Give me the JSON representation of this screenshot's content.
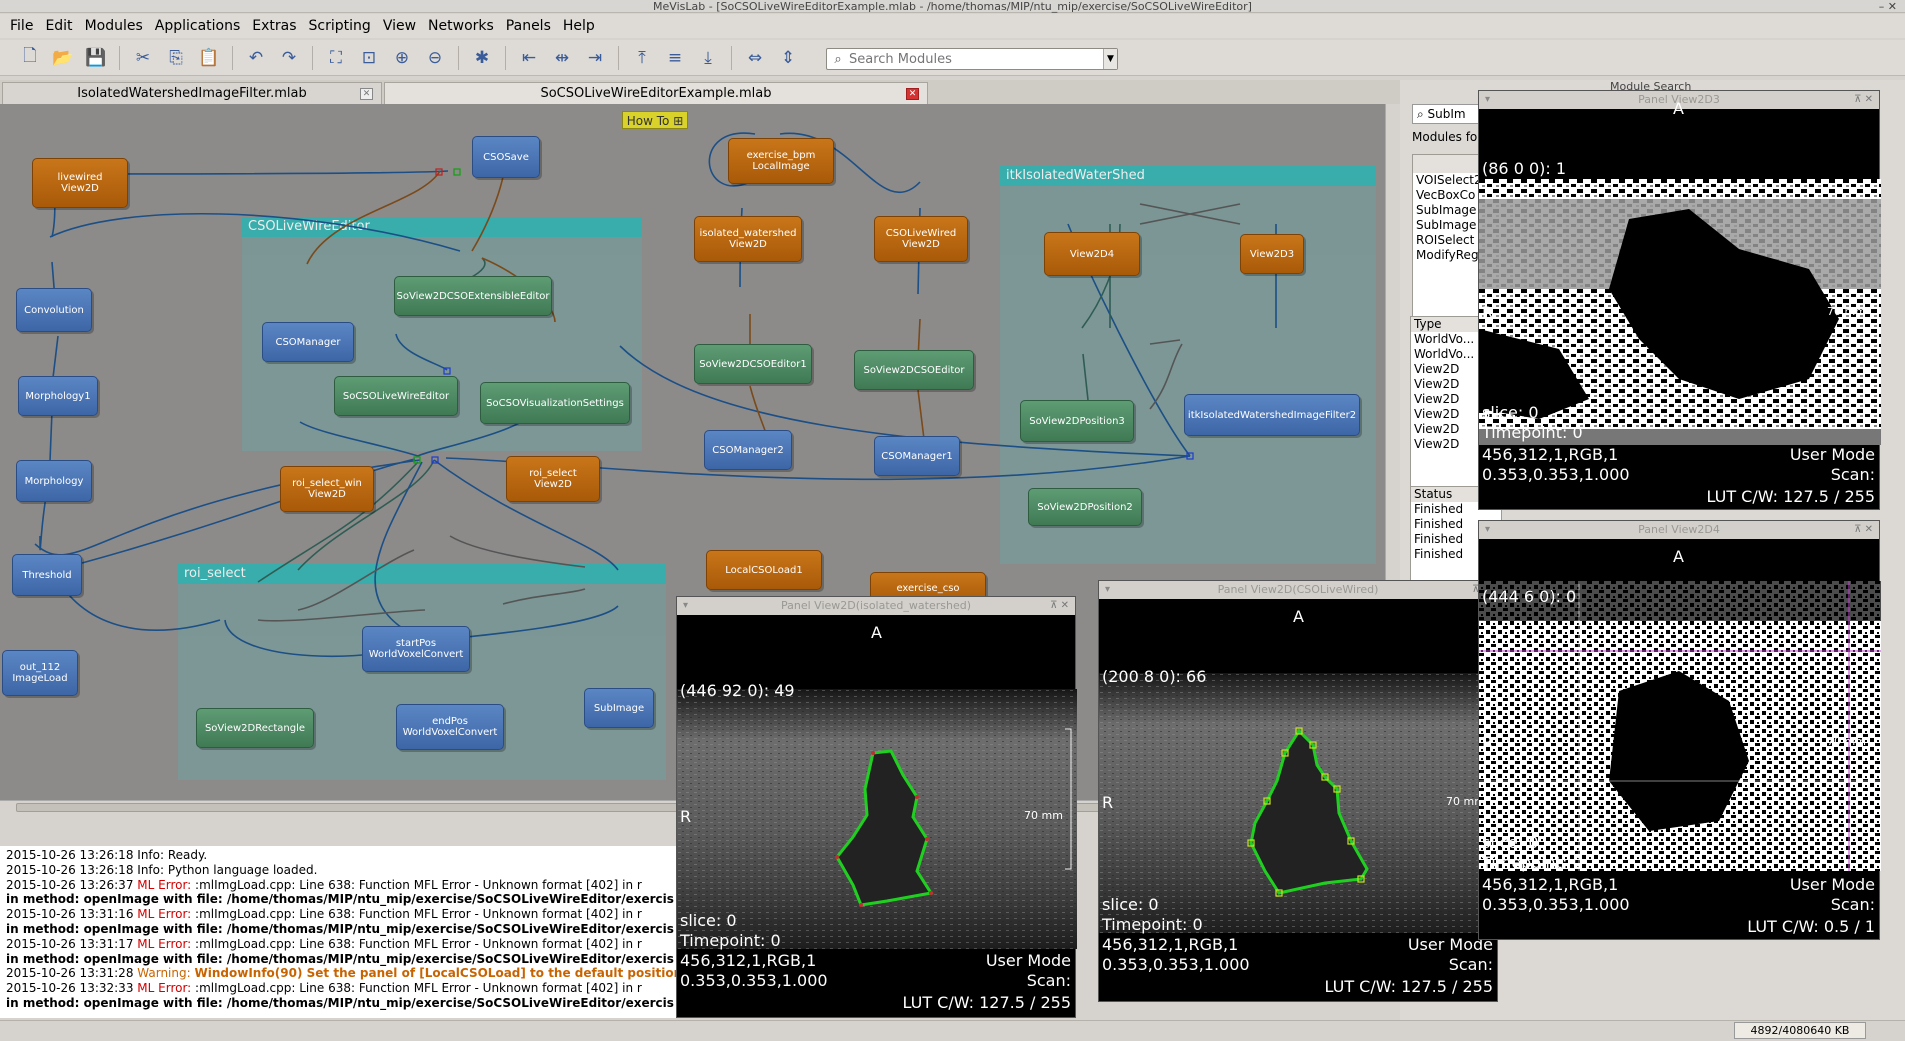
{
  "window": {
    "title": "MeVisLab - [SoCSOLiveWireEditorExample.mlab - /home/thomas/MIP/ntu_mip/exercise/SoCSOLiveWireEditor]",
    "controls": "– ✕"
  },
  "menu": [
    "File",
    "Edit",
    "Modules",
    "Applications",
    "Extras",
    "Scripting",
    "View",
    "Networks",
    "Panels",
    "Help"
  ],
  "toolbar": {
    "icons": [
      "new-file-icon",
      "open-folder-icon",
      "save-icon",
      "cut-icon",
      "copy-icon",
      "paste-icon",
      "undo-icon",
      "redo-icon",
      "fit-icon",
      "fit-selection-icon",
      "zoom-in-icon",
      "zoom-out-icon",
      "debug-icon",
      "align-left-icon",
      "align-center-icon",
      "align-right-icon",
      "align-top-icon",
      "align-middle-icon",
      "align-bottom-icon",
      "distribute-h-icon",
      "distribute-v-icon"
    ],
    "glyphs": [
      "🗋",
      "📂",
      "💾",
      "✂",
      "⎘",
      "📋",
      "↶",
      "↷",
      "⛶",
      "⊡",
      "⊕",
      "⊖",
      "✱",
      "⇤",
      "⇹",
      "⇥",
      "⤒",
      "≡",
      "⤓",
      "⇔",
      "⇕"
    ],
    "search_placeholder": "Search Modules"
  },
  "tabs": [
    {
      "label": "IsolatedWatershedImageFilter.mlab",
      "active": false
    },
    {
      "label": "SoCSOLiveWireEditorExample.mlab",
      "active": true
    }
  ],
  "network": {
    "how_to": "How To",
    "groups": [
      {
        "title": "CSOLiveWireEditor"
      },
      {
        "title": "roi_select"
      },
      {
        "title": "itkIsolatedWaterShed"
      }
    ],
    "modules": [
      {
        "id": "livewired",
        "lines": [
          "livewired",
          "View2D"
        ],
        "color": "o"
      },
      {
        "id": "csosave",
        "lines": [
          "CSOSave"
        ],
        "color": "b"
      },
      {
        "id": "convolution",
        "lines": [
          "Convolution"
        ],
        "color": "b"
      },
      {
        "id": "morphology1",
        "lines": [
          "Morphology1"
        ],
        "color": "b"
      },
      {
        "id": "morphology",
        "lines": [
          "Morphology"
        ],
        "color": "b"
      },
      {
        "id": "threshold",
        "lines": [
          "Threshold"
        ],
        "color": "b"
      },
      {
        "id": "out112",
        "lines": [
          "out_112",
          "ImageLoad"
        ],
        "color": "b"
      },
      {
        "id": "csomanager",
        "lines": [
          "CSOManager"
        ],
        "color": "b"
      },
      {
        "id": "soview2dcsoext",
        "lines": [
          "SoView2DCSOExtensibleEditor"
        ],
        "color": "g"
      },
      {
        "id": "socsolivewire",
        "lines": [
          "SoCSOLiveWireEditor"
        ],
        "color": "g"
      },
      {
        "id": "socsovis",
        "lines": [
          "SoCSOVisualizationSettings"
        ],
        "color": "g"
      },
      {
        "id": "roiwin",
        "lines": [
          "roi_select_win",
          "View2D"
        ],
        "color": "o"
      },
      {
        "id": "roisel",
        "lines": [
          "roi_select",
          "View2D"
        ],
        "color": "o"
      },
      {
        "id": "startpos",
        "lines": [
          "startPos",
          "WorldVoxelConvert"
        ],
        "color": "b"
      },
      {
        "id": "endpos",
        "lines": [
          "endPos",
          "WorldVoxelConvert"
        ],
        "color": "b"
      },
      {
        "id": "soview2drect",
        "lines": [
          "SoView2DRectangle"
        ],
        "color": "g"
      },
      {
        "id": "subimage",
        "lines": [
          "SubImage"
        ],
        "color": "b"
      },
      {
        "id": "exercise_bpm",
        "lines": [
          "exercise_bpm",
          "LocalImage"
        ],
        "color": "o"
      },
      {
        "id": "isolated_ws",
        "lines": [
          "isolated_watershed",
          "View2D"
        ],
        "color": "o"
      },
      {
        "id": "csolivewired",
        "lines": [
          "CSOLiveWired",
          "View2D"
        ],
        "color": "o"
      },
      {
        "id": "soview2dcsoed1",
        "lines": [
          "SoView2DCSOEditor1"
        ],
        "color": "g"
      },
      {
        "id": "soview2dcsoed",
        "lines": [
          "SoView2DCSOEditor"
        ],
        "color": "g"
      },
      {
        "id": "csomanager2",
        "lines": [
          "CSOManager2"
        ],
        "color": "b"
      },
      {
        "id": "csomanager1",
        "lines": [
          "CSOManager1"
        ],
        "color": "b"
      },
      {
        "id": "localcsoload1",
        "lines": [
          "LocalCSOLoad1"
        ],
        "color": "o"
      },
      {
        "id": "exercise_cso",
        "lines": [
          "exercise_cso"
        ],
        "color": "o"
      },
      {
        "id": "view2d4",
        "lines": [
          "View2D4"
        ],
        "color": "o"
      },
      {
        "id": "view2d3",
        "lines": [
          "View2D3"
        ],
        "color": "o"
      },
      {
        "id": "soview2dpos3",
        "lines": [
          "SoView2DPosition3"
        ],
        "color": "g"
      },
      {
        "id": "soview2dpos2",
        "lines": [
          "SoView2DPosition2"
        ],
        "color": "g"
      },
      {
        "id": "itkiso2",
        "lines": [
          "itkIsolatedWatershedImageFilter2"
        ],
        "color": "b"
      }
    ]
  },
  "console": [
    {
      "ts": "2015-10-26 13:26:18",
      "level": "Info:",
      "kind": "info",
      "msg": "Ready."
    },
    {
      "ts": "2015-10-26 13:26:18",
      "level": "Info:",
      "kind": "info",
      "msg": "Python language loaded."
    },
    {
      "ts": "2015-10-26 13:26:37",
      "level": "ML Error:",
      "kind": "err",
      "msg": ":mlImgLoad.cpp: Line 638: Function MFL Error - Unknown format [402] in r"
    },
    {
      "ts": "",
      "level": "",
      "kind": "cont",
      "msg": "in method: openImage with file: /home/thomas/MIP/ntu_mip/exercise/SoCSOLiveWireEditor/exercis"
    },
    {
      "ts": "2015-10-26 13:31:16",
      "level": "ML Error:",
      "kind": "err",
      "msg": ":mlImgLoad.cpp: Line 638: Function MFL Error - Unknown format [402] in r"
    },
    {
      "ts": "",
      "level": "",
      "kind": "cont",
      "msg": "in method: openImage with file: /home/thomas/MIP/ntu_mip/exercise/SoCSOLiveWireEditor/exercis"
    },
    {
      "ts": "2015-10-26 13:31:17",
      "level": "ML Error:",
      "kind": "err",
      "msg": ":mlImgLoad.cpp: Line 638: Function MFL Error - Unknown format [402] in r"
    },
    {
      "ts": "",
      "level": "",
      "kind": "cont",
      "msg": "in method: openImage with file: /home/thomas/MIP/ntu_mip/exercise/SoCSOLiveWireEditor/exercis"
    },
    {
      "ts": "2015-10-26 13:31:28",
      "level": "Warning:",
      "kind": "warn",
      "msg": "WindowInfo(90) Set the panel of [LocalCSOLoad] to the default position"
    },
    {
      "ts": "2015-10-26 13:32:33",
      "level": "ML Error:",
      "kind": "err",
      "msg": ":mlImgLoad.cpp: Line 638: Function MFL Error - Unknown format [402] in r"
    },
    {
      "ts": "",
      "level": "",
      "kind": "cont",
      "msg": "in method: openImage with file: /home/thomas/MIP/ntu_mip/exercise/SoCSOLiveWireEditor/exercis"
    }
  ],
  "side": {
    "header": "Module Search",
    "search_value": "SubIm",
    "modules_label": "Modules fo",
    "module_items": [
      "VOISelect2",
      "VecBoxCo",
      "SubImage",
      "SubImage",
      "ROISelect",
      "ModifyReg"
    ],
    "type_header": "Type",
    "type_items": [
      "WorldVo...",
      "WorldVo...",
      "View2D",
      "View2D",
      "View2D",
      "View2D",
      "View2D",
      "View2D"
    ],
    "status_header": "Status",
    "status_items": [
      "Finished",
      "Finished",
      "Finished",
      "Finished"
    ]
  },
  "panels": {
    "iso": {
      "title": "Panel View2D(isolated_watershed)",
      "top": "A",
      "left": "R",
      "coord": "(446 92 0): 49",
      "scale": "70 mm",
      "slice": "slice:  0",
      "timepoint": "Timepoint: 0",
      "info1": "456,312,1,RGB,1",
      "info2": "0.353,0.353,1.000",
      "mode": "User Mode",
      "scan": "Scan:",
      "lut": "LUT C/W: 127.5 / 255"
    },
    "cso": {
      "title": "Panel View2D(CSOLiveWired)",
      "top": "A",
      "left": "R",
      "coord": "(200 8 0): 66",
      "scale": "70 mm",
      "slice": "slice:  0",
      "timepoint": "Timepoint: 0",
      "info1": "456,312,1,RGB,1",
      "info2": "0.353,0.353,1.000",
      "mode": "User Mode",
      "scan": "Scan:",
      "lut": "LUT C/W: 127.5 / 255"
    },
    "v3": {
      "title": "Panel View2D3",
      "top": "A",
      "left": "R",
      "coord": "(86 0 0): 1",
      "scale": "70 mm",
      "slice": "slice:  0",
      "timepoint": "Timepoint: 0",
      "info1": "456,312,1,RGB,1",
      "info2": "0.353,0.353,1.000",
      "mode": "User Mode",
      "scan": "Scan:",
      "lut": "LUT C/W: 127.5 / 255"
    },
    "v4": {
      "title": "Panel View2D4",
      "top": "A",
      "left": "R",
      "coord": "(444 6 0): 0",
      "scale": "70 mm",
      "slice": "slice:  0",
      "timepoint": "Timepoint: 0",
      "info1": "456,312,1,RGB,1",
      "info2": "0.353,0.353,1.000",
      "mode": "User Mode",
      "scan": "Scan:",
      "lut": "LUT C/W: 0.5 / 1"
    }
  },
  "statusbar": {
    "memory": "4892/4080640 KB"
  }
}
